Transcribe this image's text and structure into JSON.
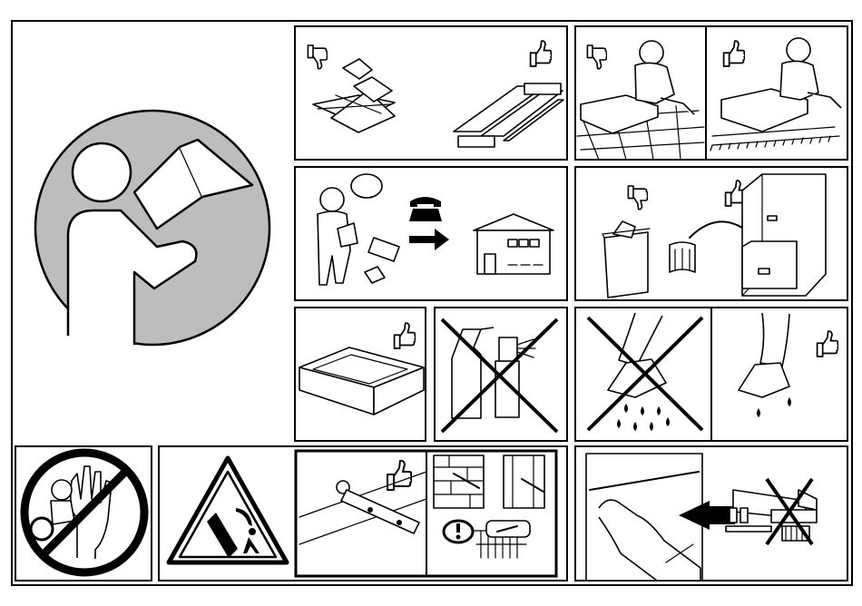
{
  "document": {
    "type": "pictogram instruction sheet",
    "text_labels": []
  },
  "colors": {
    "ink": "#000000",
    "paper": "#ffffff",
    "grey_disc": "#bdbdbd"
  },
  "panels": [
    {
      "id": "read-manual",
      "icons": [
        "person-reading-manual-icon"
      ]
    },
    {
      "id": "unpacking",
      "icons": [
        "thumbs-down-icon",
        "torn-cardboard-icon",
        "thumbs-up-icon",
        "stacked-boards-icon"
      ]
    },
    {
      "id": "floor-assembly",
      "icons": [
        "thumbs-down-icon",
        "worker-on-tiles-icon",
        "thumbs-up-icon",
        "worker-on-carpet-icon"
      ]
    },
    {
      "id": "missing-parts",
      "icons": [
        "worker-thinking-icon",
        "telephone-icon",
        "arrow-right-icon",
        "store-building-icon"
      ]
    },
    {
      "id": "keep-manual",
      "icons": [
        "thumbs-down-icon",
        "trash-bin-icon",
        "thumbs-up-icon",
        "filing-cabinet-icon"
      ]
    },
    {
      "id": "cleaning-agents",
      "icons": [
        "tray-icon",
        "thumbs-up-icon",
        "spray-bottle-crossed-icon"
      ]
    },
    {
      "id": "wiping",
      "icons": [
        "wet-cloth-crossed-icon",
        "damp-cloth-icon",
        "thumbs-up-icon"
      ]
    },
    {
      "id": "children",
      "icons": [
        "no-children-icon"
      ]
    },
    {
      "id": "tip-over",
      "icons": [
        "tip-over-warning-icon"
      ]
    },
    {
      "id": "wall-fixing",
      "icons": [
        "wall-bracket-icon",
        "thumbs-up-icon",
        "wall-types-icon",
        "attention-icon"
      ]
    },
    {
      "id": "cutting",
      "icons": [
        "hand-opening-box-icon",
        "knife-crossed-icon"
      ]
    }
  ]
}
